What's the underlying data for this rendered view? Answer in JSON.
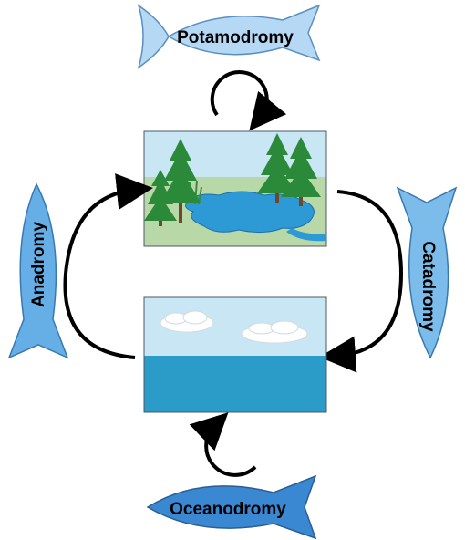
{
  "labels": {
    "potamodromy": "Potamodromy",
    "catadromy": "Catadromy",
    "anadromy": "Anadromy",
    "oceanodromy": "Oceanodromy"
  },
  "scenes": {
    "freshwater": "freshwater-scene",
    "ocean": "ocean-scene"
  },
  "colors": {
    "fish_light": "#b5d8f4",
    "fish_mid": "#66aee6",
    "fish_dark": "#3a87d2",
    "sky": "#c9e6f5",
    "land": "#b9d8a8",
    "lake": "#2d9ad6",
    "tree": "#2a8a3a",
    "ocean": "#2b9cc7",
    "arrow": "#000000"
  }
}
